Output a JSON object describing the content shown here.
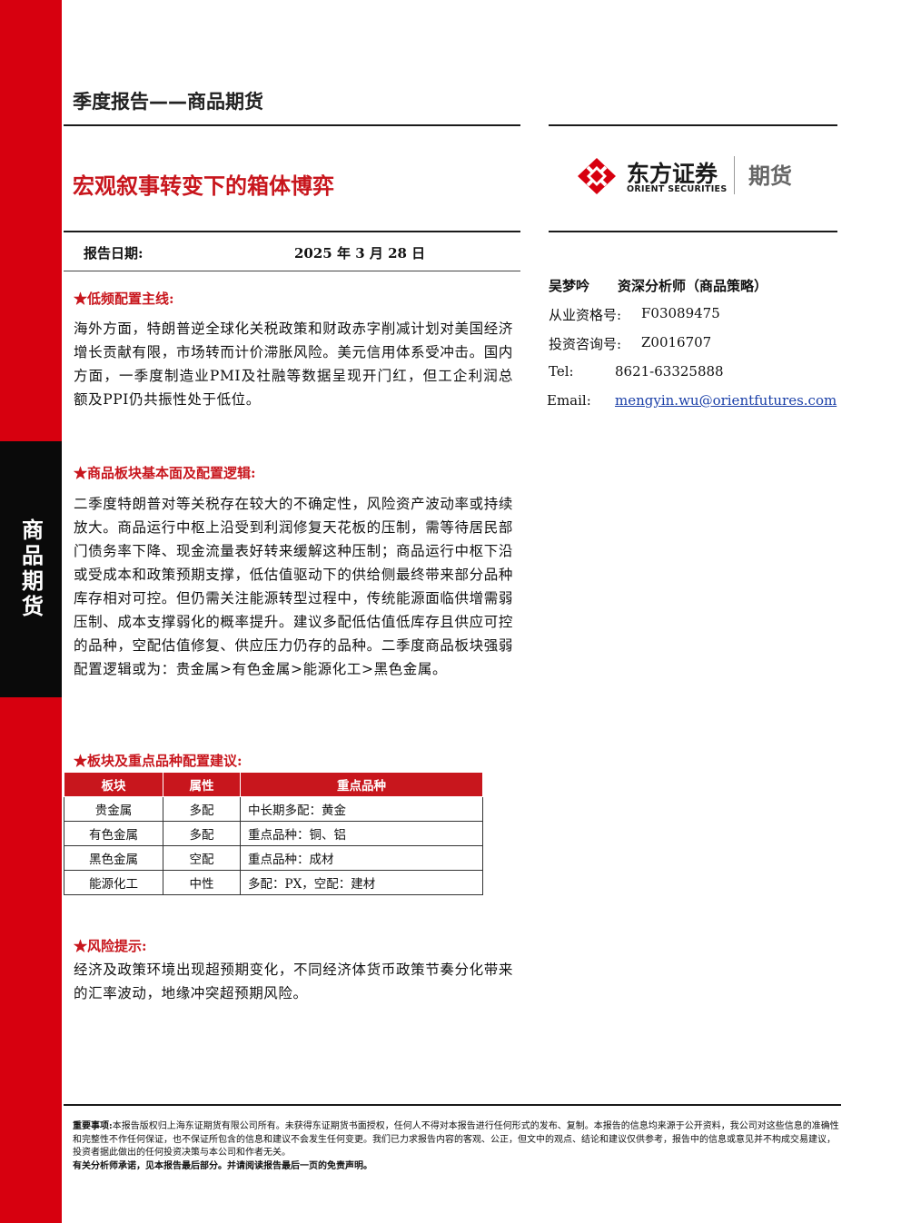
{
  "header": {
    "report_type": "季度报告——商品期货",
    "title": "宏观叙事转变下的箱体博弈",
    "date_label": "报告日期:",
    "date_value": "2025 年 3 月 28 日",
    "side_label": "商品期货"
  },
  "brand": {
    "name_cn": "东方证券",
    "name_en": "ORIENT SECURITIES",
    "division": "期货",
    "accent_color": "#d7000f"
  },
  "analyst": {
    "name": "吴梦吟",
    "title": "资深分析师（商品策略）",
    "rows": [
      {
        "label": "从业资格号:",
        "value": "F03089475"
      },
      {
        "label": "投资咨询号:",
        "value": "Z0016707"
      },
      {
        "label": "Tel:",
        "value": "8621-63325888"
      },
      {
        "label": "Email:",
        "value": "mengyin.wu@orientfutures.com"
      }
    ]
  },
  "sections": {
    "low_freq": {
      "star": "★",
      "heading": "低频配置主线:",
      "body": "海外方面，特朗普逆全球化关税政策和财政赤字削减计划对美国经济增长贡献有限，市场转而计价滞胀风险。美元信用体系受冲击。国内方面，一季度制造业PMI及社融等数据呈现开门红，但工企利润总额及PPI仍共振性处于低位。"
    },
    "fundamentals": {
      "star": "★",
      "heading": "商品板块基本面及配置逻辑:",
      "body": "二季度特朗普对等关税存在较大的不确定性，风险资产波动率或持续放大。商品运行中枢上沿受到利润修复天花板的压制，需等待居民部门债务率下降、现金流量表好转来缓解这种压制；商品运行中枢下沿或受成本和政策预期支撑，低估值驱动下的供给侧最终带来部分品种库存相对可控。但仍需关注能源转型过程中，传统能源面临供增需弱压制、成本支撑弱化的概率提升。建议多配低估值低库存且供应可控的品种，空配估值修复、供应压力仍存的品种。二季度商品板块强弱配置逻辑或为：贵金属>有色金属>能源化工>黑色金属。"
    },
    "allocation": {
      "star": "★",
      "heading": "板块及重点品种配置建议:",
      "columns": [
        "板块",
        "属性",
        "重点品种"
      ],
      "rows": [
        [
          "贵金属",
          "多配",
          "中长期多配：黄金"
        ],
        [
          "有色金属",
          "多配",
          "重点品种：铜、铝"
        ],
        [
          "黑色金属",
          "空配",
          "重点品种：成材"
        ],
        [
          "能源化工",
          "中性",
          "多配：PX，空配：建材"
        ]
      ]
    },
    "risk": {
      "star": "★",
      "heading": "风险提示:",
      "body": "经济及政策环境出现超预期变化，不同经济体货币政策节奏分化带来的汇率波动，地缘冲突超预期风险。"
    }
  },
  "disclaimer": {
    "label": "重要事项:",
    "text": "本报告版权归上海东证期货有限公司所有。未获得东证期货书面授权，任何人不得对本报告进行任何形式的发布、复制。本报告的信息均来源于公开资料，我公司对这些信息的准确性和完整性不作任何保证，也不保证所包含的信息和建议不会发生任何变更。我们已力求报告内容的客观、公正，但文中的观点、结论和建议仅供参考，报告中的信息或意见并不构成交易建议，投资者据此做出的任何投资决策与本公司和作者无关。",
    "footer": "有关分析师承诺，见本报告最后部分。并请阅读报告最后一页的免责声明。"
  }
}
